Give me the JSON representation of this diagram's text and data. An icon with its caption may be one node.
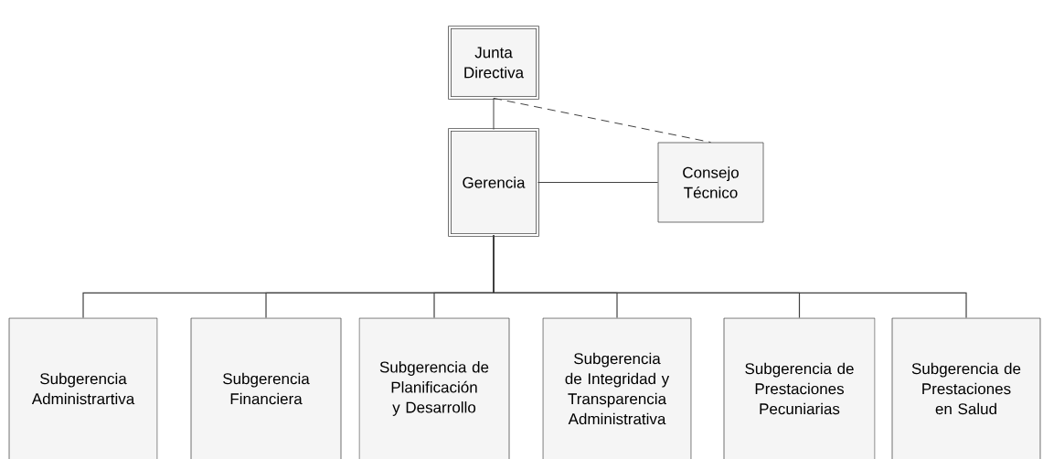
{
  "diagram": {
    "nodes": [
      {
        "text": [
          "Junta Directiva"
        ]
      },
      {
        "text": [
          "Gerencia"
        ]
      },
      {
        "text": [
          "Consejo Técnico"
        ]
      },
      {
        "text": [
          "Subgerencia Administrartiva"
        ]
      },
      {
        "text": [
          "Subgerencia Financiera"
        ]
      },
      {
        "text": [
          "Subgerencia de Planificación y Desarrollo"
        ]
      },
      {
        "text": [
          "Subgerencia de Integridad y Transparencia Administrativa"
        ]
      },
      {
        "text": [
          "Subgerencia de Prestaciones Pecuniarias"
        ]
      },
      {
        "text": [
          "Subgerencia de Prestaciones en Salud"
        ]
      }
    ],
    "edges": [
      {
        "from": 0,
        "to": 1,
        "arrow": "none"
      },
      {
        "from": 0,
        "to": 2,
        "arrow": "none",
        "style": "dashed"
      },
      {
        "from": 1,
        "to": 2,
        "arrow": "none"
      },
      {
        "from": 1,
        "to": 3,
        "arrow": "none"
      },
      {
        "from": 1,
        "to": 4,
        "arrow": "none"
      },
      {
        "from": 1,
        "to": 5,
        "arrow": "none"
      },
      {
        "from": 1,
        "to": 6,
        "arrow": "none"
      },
      {
        "from": 1,
        "to": 7,
        "arrow": "none"
      },
      {
        "from": 1,
        "to": 8,
        "arrow": "none"
      }
    ]
  }
}
